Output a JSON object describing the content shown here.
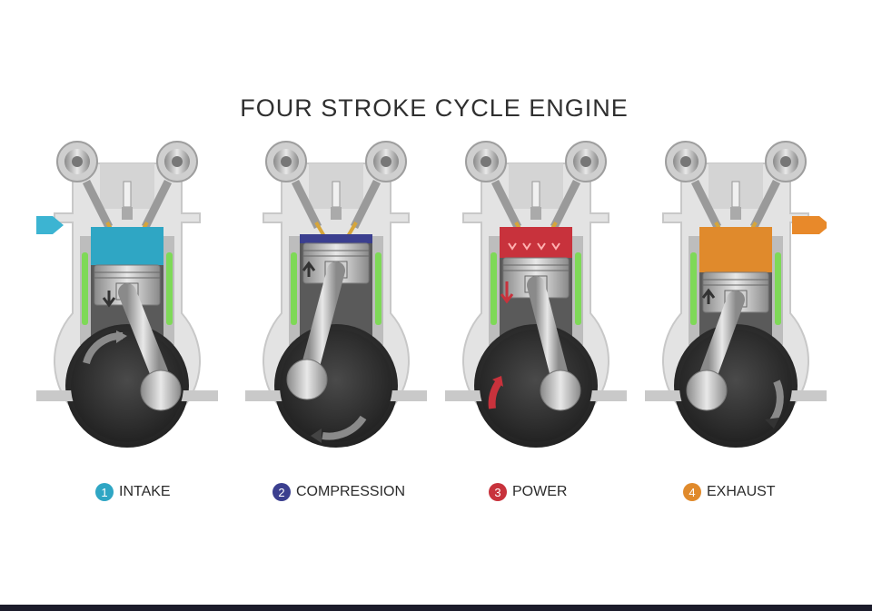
{
  "title": "FOUR STROKE CYCLE ENGINE",
  "stages": [
    {
      "number": "1",
      "name": "INTAKE",
      "color": "#2fa6c4"
    },
    {
      "number": "2",
      "name": "COMPRESSION",
      "color": "#3b3f8f"
    },
    {
      "number": "3",
      "name": "POWER",
      "color": "#c8323c"
    },
    {
      "number": "4",
      "name": "EXHAUST",
      "color": "#e08a2c"
    }
  ],
  "colors": {
    "intake_arrow": "#3cb4d2",
    "exhaust_arrow": "#e8892a",
    "coolant": "#7ed957",
    "casing": "#d9d9d9",
    "crankcase": "#3a3a3a",
    "bottom_bar": "#1c1c2b"
  }
}
